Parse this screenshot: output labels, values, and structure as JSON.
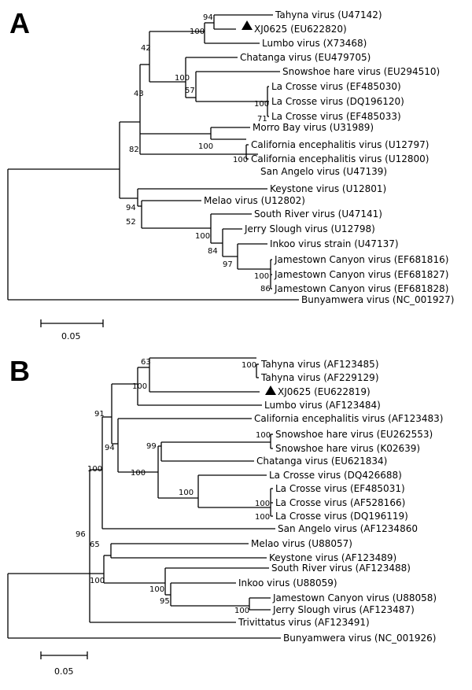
{
  "panel_a": {
    "label": "A",
    "scale_label": "0.05",
    "taxa": [
      "Tahyna virus (U47142)",
      "XJ0625 (EU622820)",
      "Lumbo virus (X73468)",
      "Chatanga virus (EU479705)",
      "Snowshoe hare virus (EU294510)",
      "La Crosse virus (EF485030)",
      "La Crosse virus (DQ196120)",
      "La Crosse virus (EF485033)",
      "Morro Bay virus (U31989)",
      "California encephalitis virus (U12797)",
      "California encephalitis virus (U12800)",
      "San Angelo virus (U47139)",
      "Keystone virus (U12801)",
      "Melao virus (U12802)",
      "South River virus (U47141)",
      "Jerry Slough virus (U12798)",
      "Inkoo virus strain (U47137)",
      "Jamestown Canyon virus (EF681816)",
      "Jamestown Canyon virus (EF681827)",
      "Jamestown Canyon virus (EF681828)",
      "Bunyamwera virus (NC_001927)"
    ],
    "bootstraps": [
      "94",
      "100",
      "42",
      "100",
      "57",
      "100",
      "71",
      "43",
      "82",
      "100",
      "100",
      "94",
      "52",
      "100",
      "84",
      "97",
      "100",
      "86"
    ]
  },
  "panel_b": {
    "label": "B",
    "scale_label": "0.05",
    "taxa": [
      "Tahyna virus (AF123485)",
      "Tahyna virus (AF229129)",
      "XJ0625 (EU622819)",
      "Lumbo virus (AF123484)",
      "California encephalitis virus (AF123483)",
      "Snowshoe hare virus (EU262553)",
      "Snowshoe hare virus (K02639)",
      "Chatanga virus (EU621834)",
      "La Crosse virus  (DQ426688)",
      "La Crosse virus  (EF485031)",
      "La Crosse virus  (AF528166)",
      "La Crosse virus  (DQ196119)",
      "San Angelo virus (AF1234860",
      "Melao virus (U88057)",
      "Keystone virus (AF123489)",
      "South River virus (AF123488)",
      "Inkoo virus (U88059)",
      "Jamestown Canyon virus  (U88058)",
      "Jerry Slough virus (AF123487)",
      "Trivittatus virus (AF123491)",
      "Bunyamwera virus (NC_001926)"
    ],
    "bootstraps": [
      "100",
      "63",
      "100",
      "91",
      "100",
      "94",
      "99",
      "100",
      "100",
      "100",
      "100",
      "100",
      "96",
      "65",
      "100",
      "100",
      "95",
      "100"
    ]
  }
}
